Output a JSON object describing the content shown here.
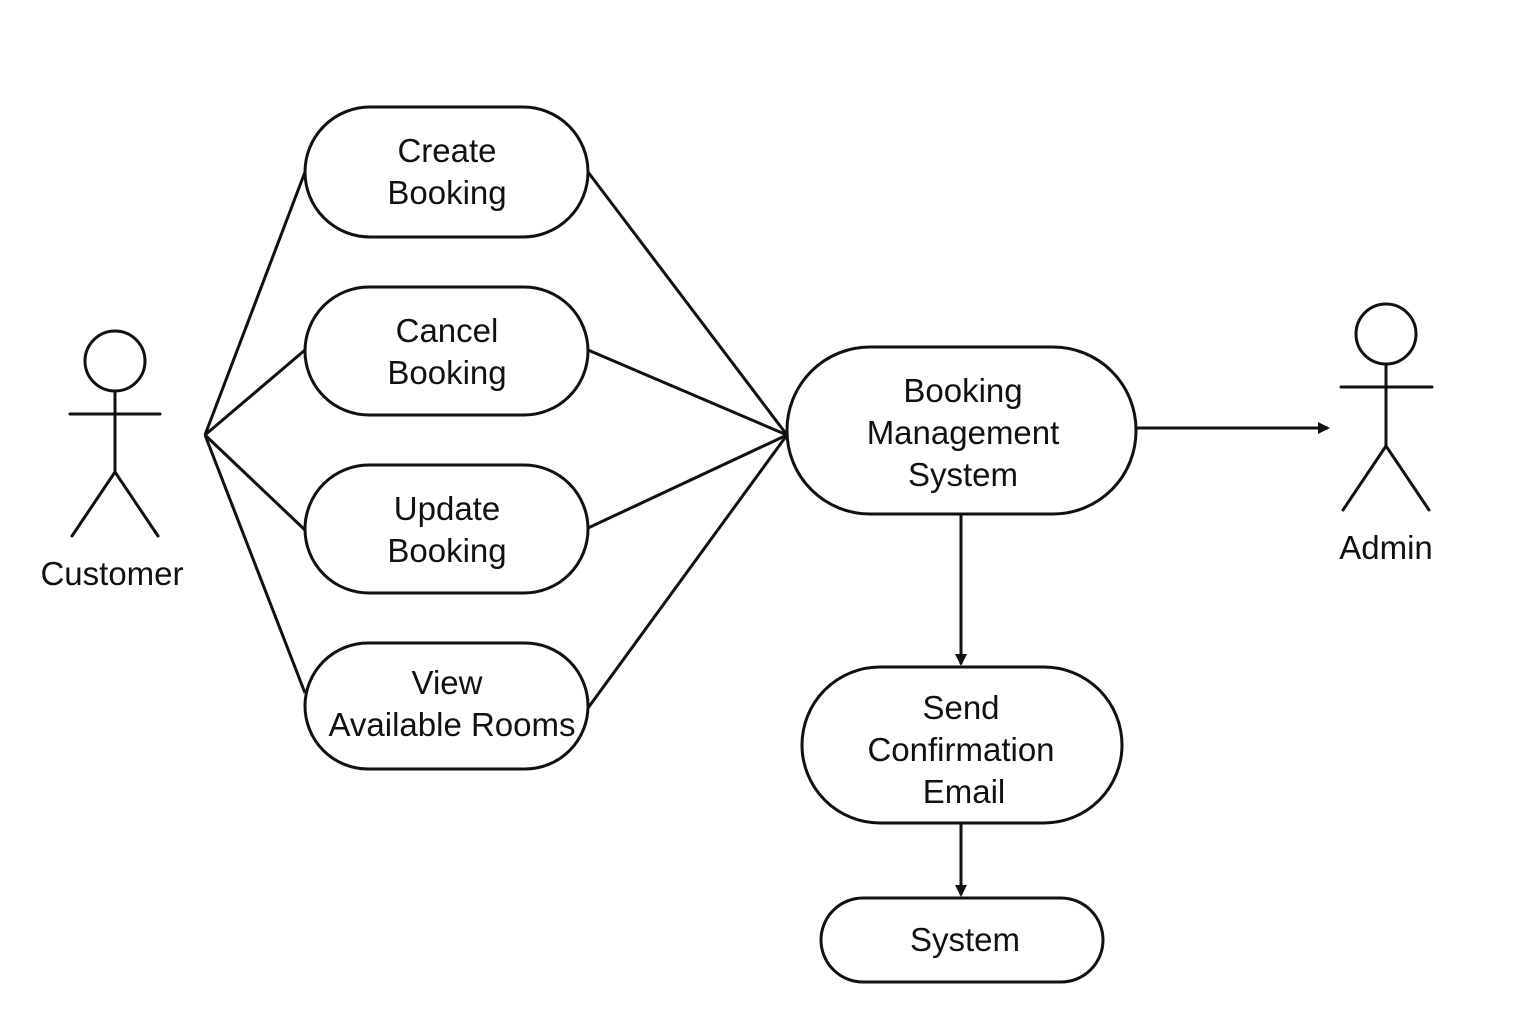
{
  "actors": {
    "customer": {
      "label": "Customer"
    },
    "admin": {
      "label": "Admin"
    }
  },
  "use_cases": {
    "create_booking": {
      "line1": "Create",
      "line2": "Booking"
    },
    "cancel_booking": {
      "line1": "Cancel",
      "line2": "Booking"
    },
    "update_booking": {
      "line1": "Update",
      "line2": "Booking"
    },
    "view_rooms": {
      "line1": "View",
      "line2": "Available Rooms"
    }
  },
  "nodes": {
    "booking_system": {
      "line1": "Booking",
      "line2": "Management",
      "line3": "System"
    },
    "send_email": {
      "line1": "Send",
      "line2": "Confirmation",
      "line3": "Email"
    },
    "system": {
      "label": "System"
    }
  },
  "edges": [
    {
      "from": "Customer",
      "to": "Create Booking",
      "arrow": false
    },
    {
      "from": "Customer",
      "to": "Cancel Booking",
      "arrow": false
    },
    {
      "from": "Customer",
      "to": "Update Booking",
      "arrow": false
    },
    {
      "from": "Customer",
      "to": "View Available Rooms",
      "arrow": false
    },
    {
      "from": "Create Booking",
      "to": "Booking Management System",
      "arrow": false
    },
    {
      "from": "Cancel Booking",
      "to": "Booking Management System",
      "arrow": false
    },
    {
      "from": "Update Booking",
      "to": "Booking Management System",
      "arrow": false
    },
    {
      "from": "View Available Rooms",
      "to": "Booking Management System",
      "arrow": false
    },
    {
      "from": "Booking Management System",
      "to": "Admin",
      "arrow": true
    },
    {
      "from": "Booking Management System",
      "to": "Send Confirmation Email",
      "arrow": true
    },
    {
      "from": "Send Confirmation Email",
      "to": "System",
      "arrow": true
    }
  ],
  "colors": {
    "stroke": "#111111",
    "background": "#ffffff"
  }
}
